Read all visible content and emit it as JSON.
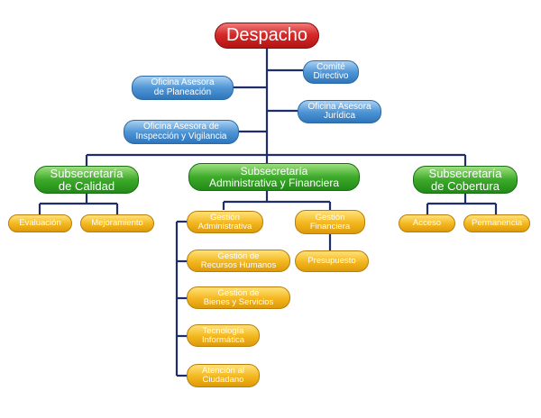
{
  "top": {
    "label": "Despacho"
  },
  "advisors": {
    "comite": "Comité\nDirectivo",
    "planeacion": "Oficina Asesora\nde Planeación",
    "juridica": "Oficina Asesora\nJurídica",
    "inspeccion": "Oficina Asesora de\nInspección y Vigilancia"
  },
  "subsecretarias": {
    "calidad": {
      "label": "Subsecretaría\nde Calidad",
      "items": [
        "Evaluación",
        "Mejoramiento"
      ]
    },
    "administrativa": {
      "label": "Subsecretaría\nAdministrativa y Financiera",
      "left_items": [
        "Gestión\nAdministrativa",
        "Gestión de\nRecursos Humanos",
        "Gestión de\nBienes y Servicios",
        "Tecnología\nInformática",
        "Atención al\nCiudadano"
      ],
      "right_items": [
        "Gestión\nFinanciera",
        "Presupuesto"
      ]
    },
    "cobertura": {
      "label": "Subsecretaría\nde Cobertura",
      "items": [
        "Acceso",
        "Permanencia"
      ]
    }
  },
  "colors": {
    "connector": "#1f2e6b",
    "red": "#c62121",
    "blue": "#3d86c8",
    "green": "#2a9b1f",
    "yellow": "#eeae16"
  }
}
